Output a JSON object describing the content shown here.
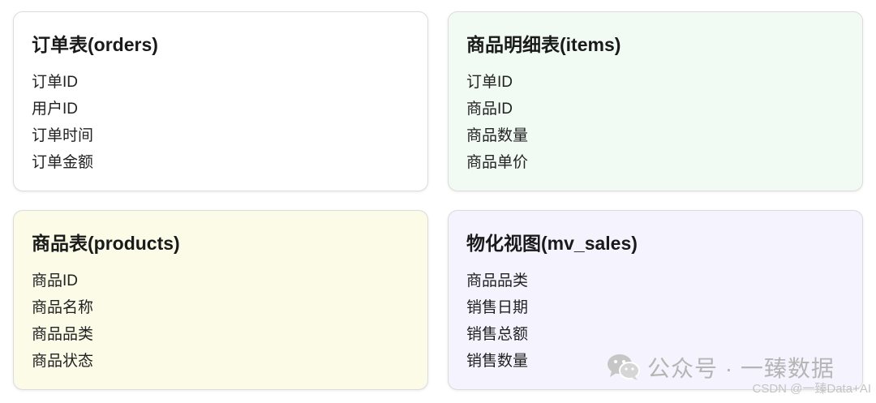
{
  "cards": [
    {
      "title": "订单表(orders)",
      "bg": "#ffffff",
      "fields": [
        "订单ID",
        "用户ID",
        "订单时间",
        "订单金额"
      ]
    },
    {
      "title": "商品明细表(items)",
      "bg": "#f1fbf3",
      "fields": [
        "订单ID",
        "商品ID",
        "商品数量",
        "商品单价"
      ]
    },
    {
      "title": "商品表(products)",
      "bg": "#fbfbe8",
      "fields": [
        "商品ID",
        "商品名称",
        "商品品类",
        "商品状态"
      ]
    },
    {
      "title": "物化视图(mv_sales)",
      "bg": "#f5f3fd",
      "fields": [
        "商品品类",
        "销售日期",
        "销售总额",
        "销售数量"
      ]
    }
  ],
  "watermark": {
    "text": "公众号 · 一臻数据",
    "icon": "wechat-icon",
    "credit": "CSDN @一臻Data+AI"
  }
}
